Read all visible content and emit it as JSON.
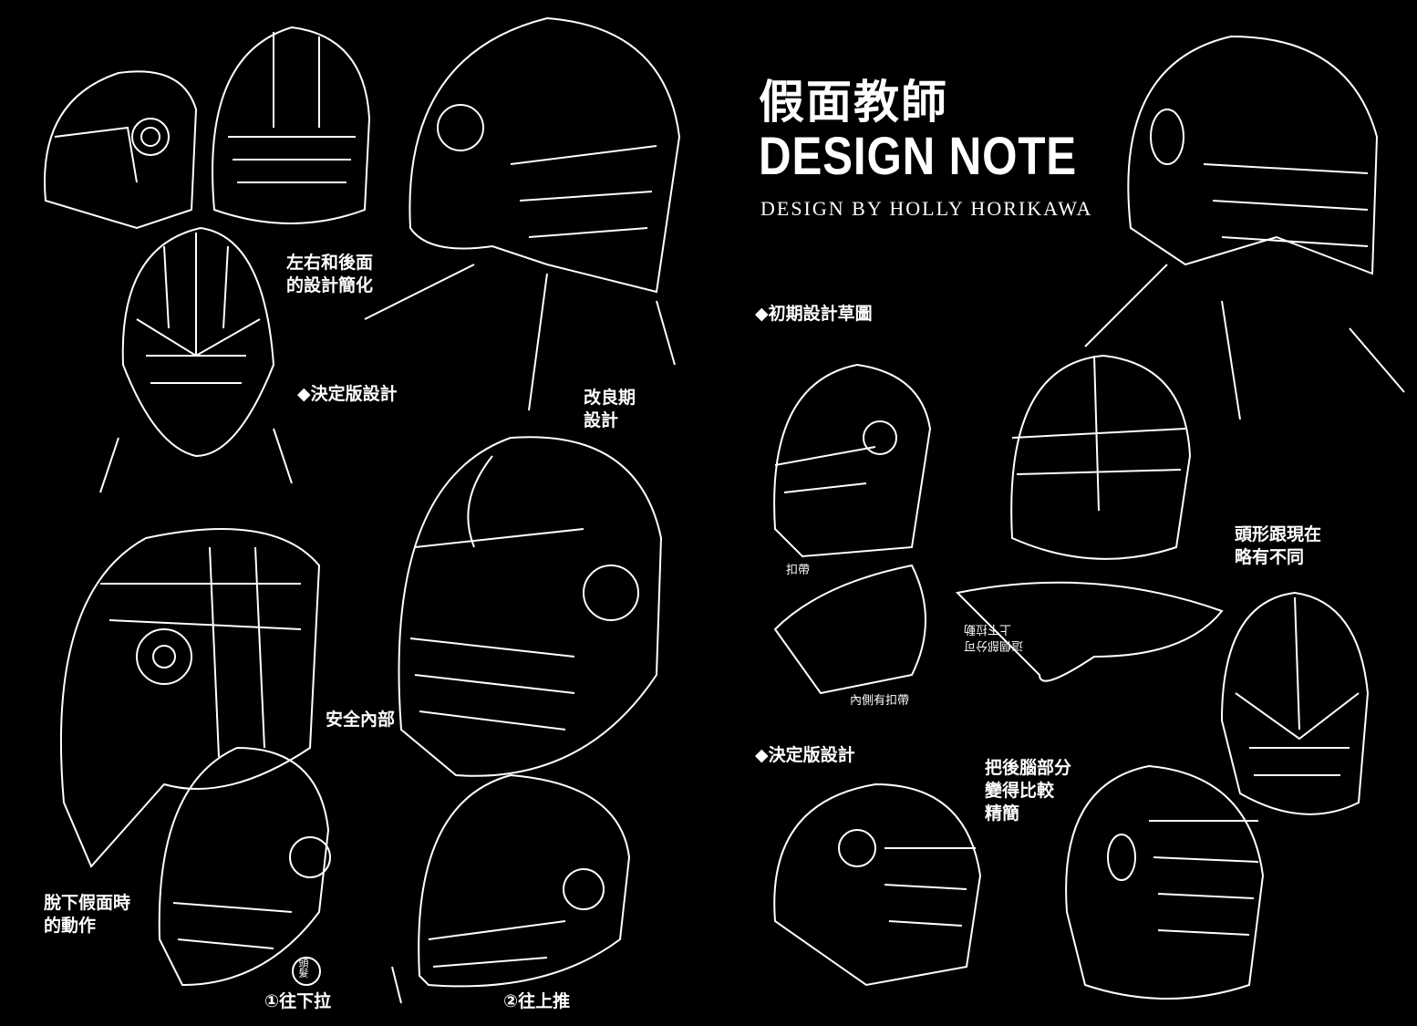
{
  "header": {
    "title_zh": "假面教師",
    "title_en": "DESIGN NOTE",
    "credit": "DESIGN BY HOLLY HORIKAWA"
  },
  "left_page": {
    "side_back_simplified": "左右和後面\n的設計簡化",
    "final_design": "◆決定版設計",
    "improved_design": "改良期\n設計",
    "safety_interior": "安全內部",
    "removing_mask": "脫下假面時\n的動作",
    "step1": "①往下拉",
    "step2": "②往上推",
    "hair_note": "頭髮"
  },
  "right_page": {
    "early_sketch": "◆初期設計草圖",
    "buckle": "扣帶",
    "inner_buckle": "內側有扣帶",
    "movable_note": "這個部分可\n上下拉動",
    "head_shape": "頭形跟現在\n略有不同",
    "final_design": "◆決定版設計",
    "back_simplified": "把後腦部分\n變得比較\n精簡"
  }
}
